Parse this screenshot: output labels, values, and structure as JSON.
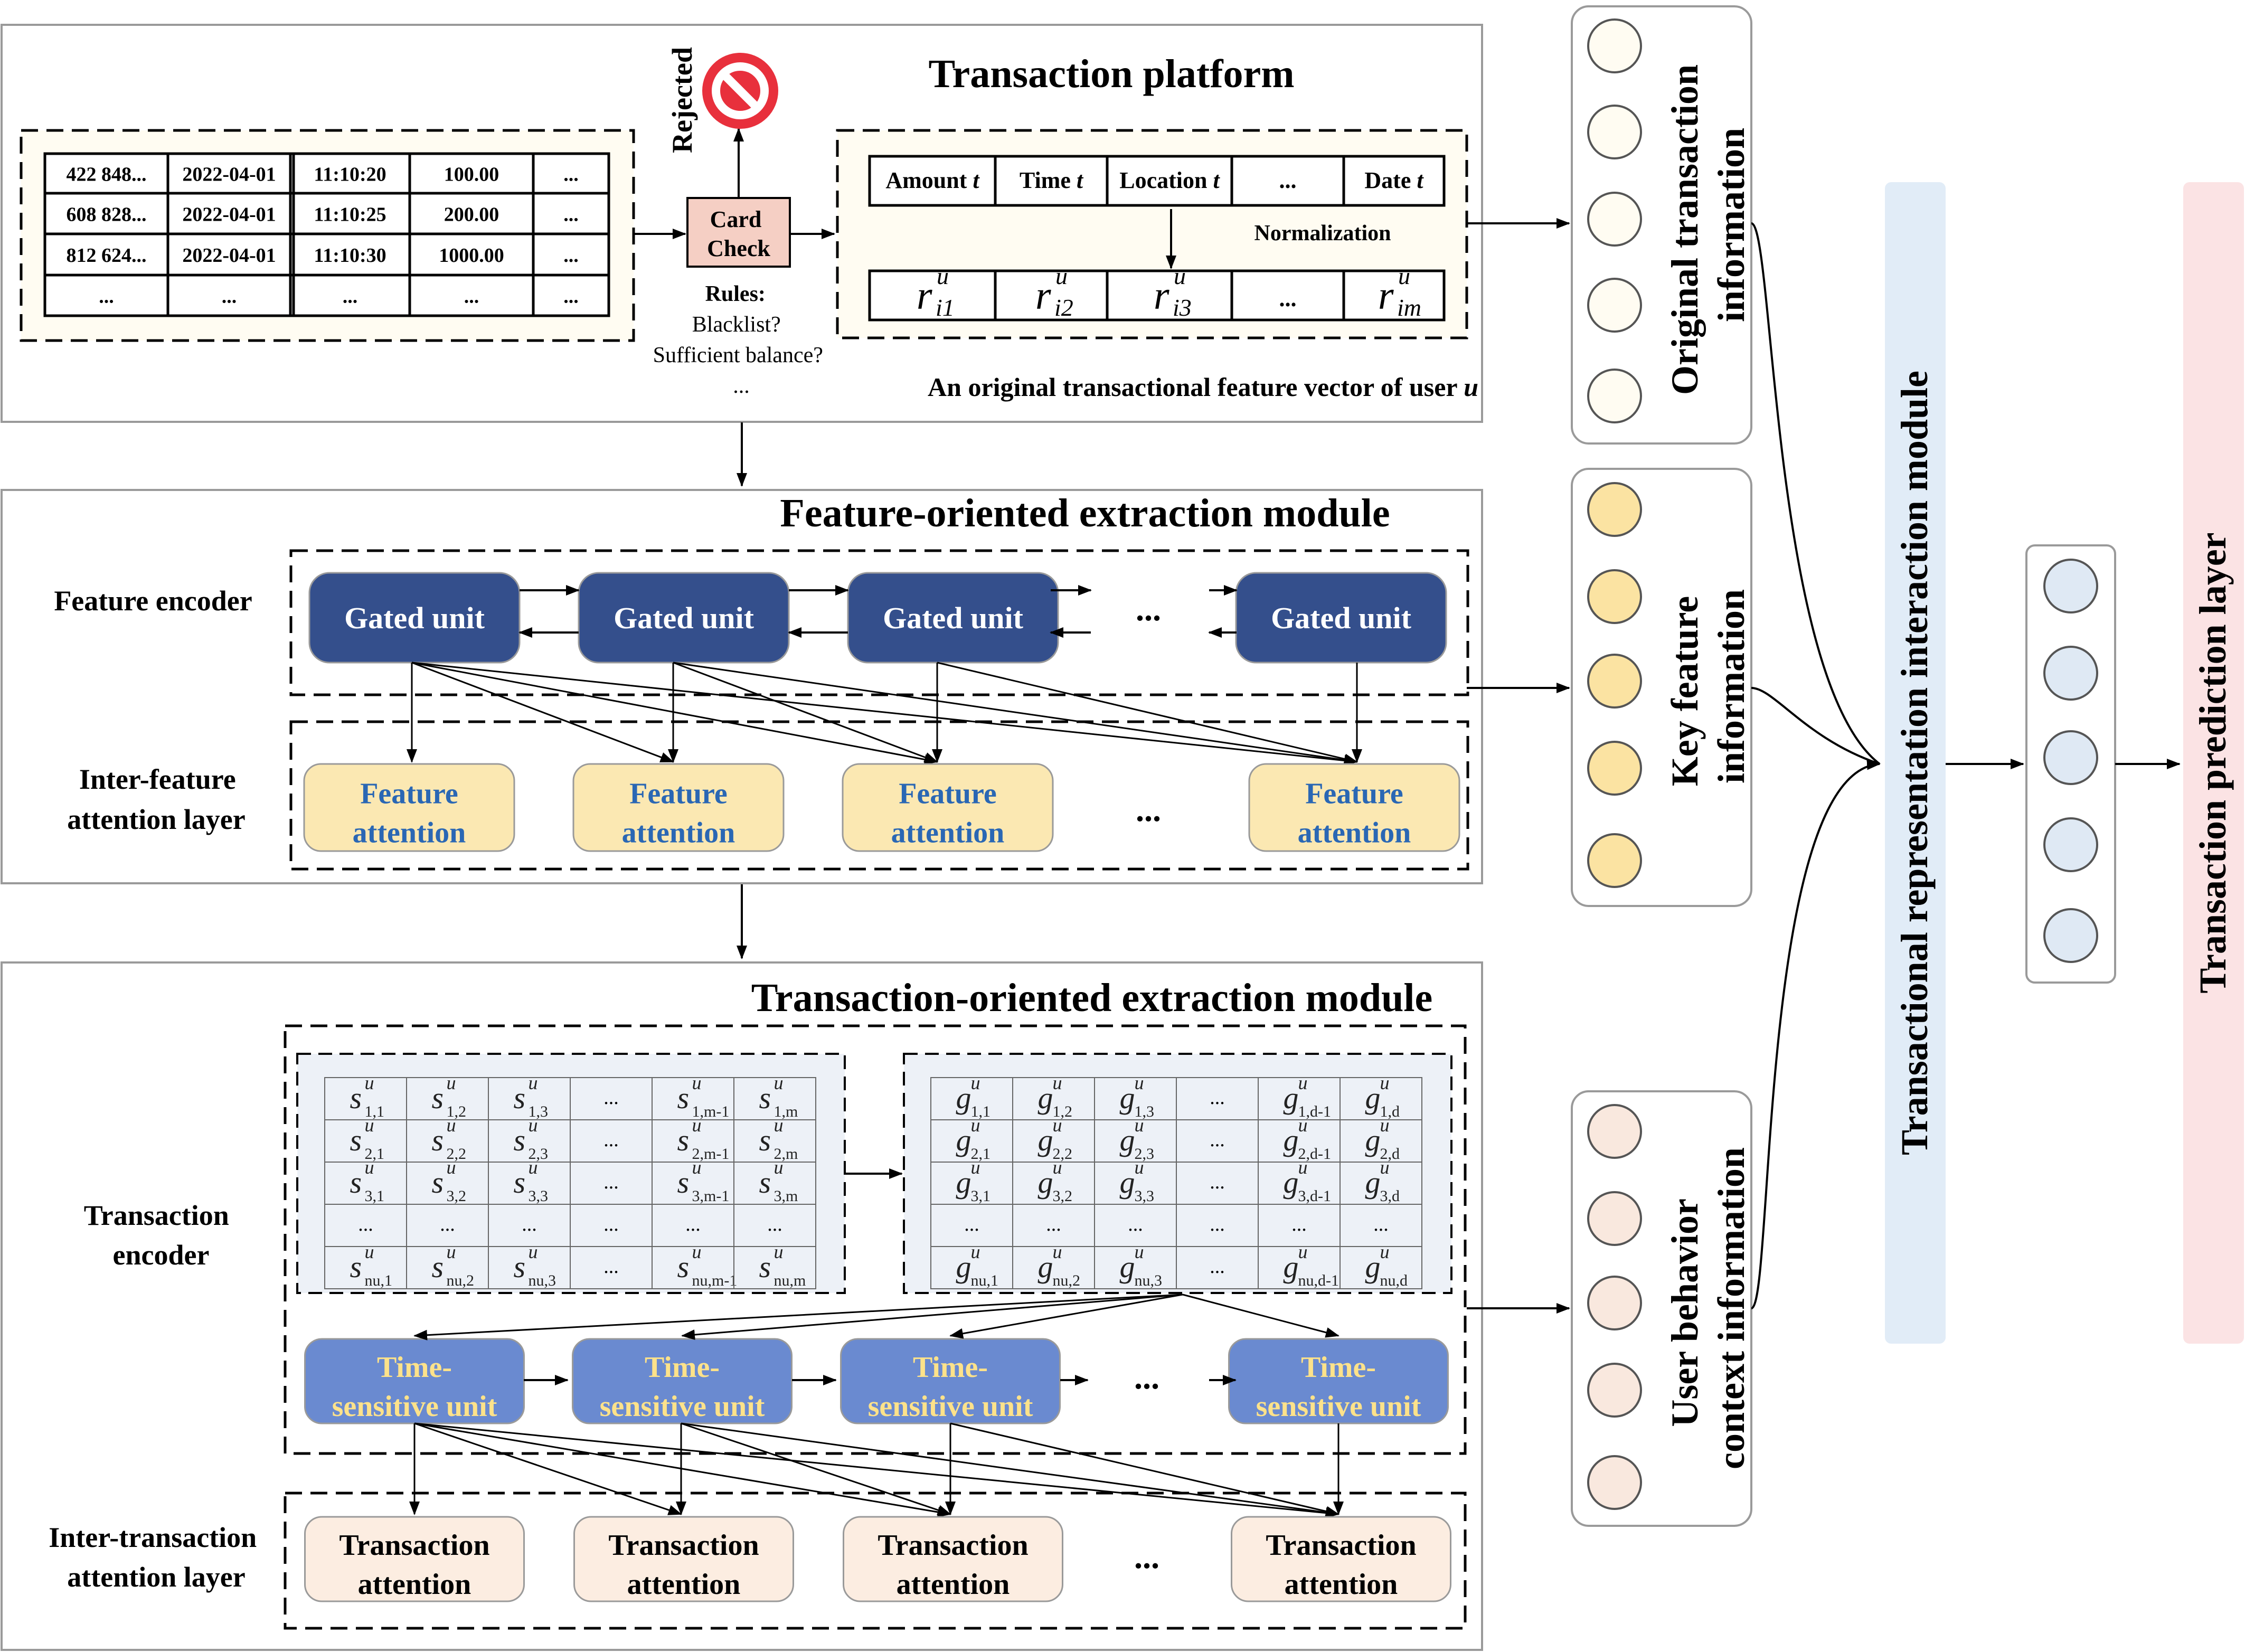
{
  "platform": {
    "title": "Transaction platform",
    "table": {
      "rows": [
        [
          "422 848...",
          "2022-04-01",
          "11:10:20",
          "100.00",
          "..."
        ],
        [
          "608 828...",
          "2022-04-01",
          "11:10:25",
          "200.00",
          "..."
        ],
        [
          "812 624...",
          "2022-04-01",
          "11:10:30",
          "1000.00",
          "..."
        ],
        [
          "...",
          "...",
          "...",
          "...",
          "..."
        ]
      ]
    },
    "card_check": [
      "Card",
      "Check"
    ],
    "rejected": "Rejected",
    "rules": [
      "Rules:",
      "Blacklist?",
      "Sufficient balance?",
      "..."
    ],
    "feature_headers": [
      "Amount t",
      "Time t",
      "Location t",
      "...",
      "Date t"
    ],
    "normalization": "Normalization",
    "vector": [
      {
        "base": "r",
        "sup": "u",
        "sub": "i1"
      },
      {
        "base": "r",
        "sup": "u",
        "sub": "i2"
      },
      {
        "base": "r",
        "sup": "u",
        "sub": "i3"
      },
      {
        "base": "...",
        "sup": "",
        "sub": ""
      },
      {
        "base": "r",
        "sup": "u",
        "sub": "im"
      }
    ],
    "vector_caption": "An original transactional feature vector of user",
    "vector_caption_var": "u"
  },
  "feature_module": {
    "title": "Feature-oriented extraction module",
    "encoder_label": "Feature encoder",
    "attention_label": [
      "Inter-feature",
      "attention layer"
    ],
    "gated_units": [
      "Gated unit",
      "Gated unit",
      "Gated unit",
      "Gated unit"
    ],
    "ellipsis": "...",
    "feature_attention": [
      [
        "Feature",
        "attention"
      ],
      [
        "Feature",
        "attention"
      ],
      [
        "Feature",
        "attention"
      ],
      [
        "Feature",
        "attention"
      ]
    ]
  },
  "transaction_module": {
    "title": "Transaction-oriented extraction module",
    "encoder_label": [
      "Transaction",
      "encoder"
    ],
    "attention_label": [
      "Inter-transaction",
      "attention layer"
    ],
    "s_matrix": [
      [
        [
          "s",
          "u",
          "1",
          "1"
        ],
        [
          "s",
          "u",
          "1",
          "2"
        ],
        [
          "s",
          "u",
          "1",
          "3"
        ],
        [
          "...",
          "",
          "",
          ""
        ],
        [
          "s",
          "u",
          "1",
          "m-1"
        ],
        [
          "s",
          "u",
          "1",
          "m"
        ]
      ],
      [
        [
          "s",
          "u",
          "2",
          "1"
        ],
        [
          "s",
          "u",
          "2",
          "2"
        ],
        [
          "s",
          "u",
          "2",
          "3"
        ],
        [
          "...",
          "",
          "",
          ""
        ],
        [
          "s",
          "u",
          "2",
          "m-1"
        ],
        [
          "s",
          "u",
          "2",
          "m"
        ]
      ],
      [
        [
          "s",
          "u",
          "3",
          "1"
        ],
        [
          "s",
          "u",
          "3",
          "2"
        ],
        [
          "s",
          "u",
          "3",
          "3"
        ],
        [
          "...",
          "",
          "",
          ""
        ],
        [
          "s",
          "u",
          "3",
          "m-1"
        ],
        [
          "s",
          "u",
          "3",
          "m"
        ]
      ],
      [
        [
          "...",
          "",
          "",
          ""
        ],
        [
          "...",
          "",
          "",
          ""
        ],
        [
          "...",
          "",
          "",
          ""
        ],
        [
          "...",
          "",
          "",
          ""
        ],
        [
          "...",
          "",
          "",
          ""
        ],
        [
          "...",
          "",
          "",
          ""
        ]
      ],
      [
        [
          "s",
          "u",
          "nu",
          "1"
        ],
        [
          "s",
          "u",
          "nu",
          "2"
        ],
        [
          "s",
          "u",
          "nu",
          "3"
        ],
        [
          "...",
          "",
          "",
          ""
        ],
        [
          "s",
          "u",
          "nu",
          "m-1"
        ],
        [
          "s",
          "u",
          "nu",
          "m"
        ]
      ]
    ],
    "g_matrix": [
      [
        [
          "g",
          "u",
          "1",
          "1"
        ],
        [
          "g",
          "u",
          "1",
          "2"
        ],
        [
          "g",
          "u",
          "1",
          "3"
        ],
        [
          "...",
          "",
          "",
          ""
        ],
        [
          "g",
          "u",
          "1",
          "d-1"
        ],
        [
          "g",
          "u",
          "1",
          "d"
        ]
      ],
      [
        [
          "g",
          "u",
          "2",
          "1"
        ],
        [
          "g",
          "u",
          "2",
          "2"
        ],
        [
          "g",
          "u",
          "2",
          "3"
        ],
        [
          "...",
          "",
          "",
          ""
        ],
        [
          "g",
          "u",
          "2",
          "d-1"
        ],
        [
          "g",
          "u",
          "2",
          "d"
        ]
      ],
      [
        [
          "g",
          "u",
          "3",
          "1"
        ],
        [
          "g",
          "u",
          "3",
          "2"
        ],
        [
          "g",
          "u",
          "3",
          "3"
        ],
        [
          "...",
          "",
          "",
          ""
        ],
        [
          "g",
          "u",
          "3",
          "d-1"
        ],
        [
          "g",
          "u",
          "3",
          "d"
        ]
      ],
      [
        [
          "...",
          "",
          "",
          ""
        ],
        [
          "...",
          "",
          "",
          ""
        ],
        [
          "...",
          "",
          "",
          ""
        ],
        [
          "...",
          "",
          "",
          ""
        ],
        [
          "...",
          "",
          "",
          ""
        ],
        [
          "...",
          "",
          "",
          ""
        ]
      ],
      [
        [
          "g",
          "u",
          "nu",
          "1"
        ],
        [
          "g",
          "u",
          "nu",
          "2"
        ],
        [
          "g",
          "u",
          "nu",
          "3"
        ],
        [
          "...",
          "",
          "",
          ""
        ],
        [
          "g",
          "u",
          "nu",
          "d-1"
        ],
        [
          "g",
          "u",
          "nu",
          "d"
        ]
      ]
    ],
    "time_units": [
      [
        "Time-",
        "sensitive unit"
      ],
      [
        "Time-",
        "sensitive unit"
      ],
      [
        "Time-",
        "sensitive unit"
      ],
      [
        "Time-",
        "sensitive unit"
      ]
    ],
    "ellipsis": "...",
    "transaction_attention": [
      [
        "Transaction",
        "attention"
      ],
      [
        "Transaction",
        "attention"
      ],
      [
        "Transaction",
        "attention"
      ],
      [
        "Transaction",
        "attention"
      ]
    ]
  },
  "info_panels": {
    "original": [
      "Original transaction",
      "information"
    ],
    "key": [
      "Key feature",
      "information"
    ],
    "context": [
      "User behavior",
      "context information"
    ]
  },
  "interaction_label": "Transactional representation interaction module",
  "prediction_label": "Transaction prediction layer",
  "colors": {
    "gated_unit": "#344f8c",
    "time_unit": "#6a8ad0",
    "feature_attention_fill": "#fbe8b2",
    "feature_attention_text": "#2a67b4",
    "time_unit_text": "#fde28a",
    "transaction_attention_fill": "#fcede1",
    "key_circle": "#fbe3a2",
    "context_circle": "#f9e8de",
    "output_circle": "#dfe9f4",
    "interaction_band": "#e1ecf7",
    "prediction_band": "#fbe3e4",
    "matrix_bg": "#edf1f7",
    "reject_red": "#e8303c",
    "card_check_fill": "#f5cfc4"
  }
}
